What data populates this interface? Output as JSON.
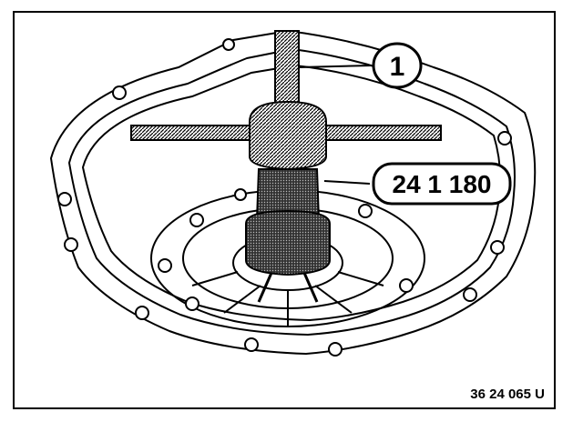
{
  "callouts": {
    "part_number": "1",
    "tool_number": "24 1 180"
  },
  "figure_code": "36 24 065 U",
  "colors": {
    "ink": "#000000",
    "paper": "#ffffff",
    "tool_shade": "#555555"
  }
}
